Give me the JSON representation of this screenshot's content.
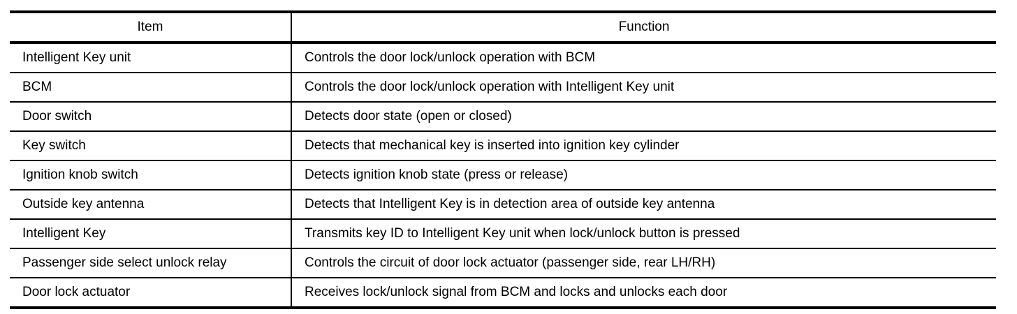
{
  "table": {
    "colors": {
      "border": "#000000",
      "text": "#000000",
      "background": "#ffffff"
    },
    "columns": [
      {
        "label": "Item"
      },
      {
        "label": "Function"
      }
    ],
    "rows": [
      {
        "item": "Intelligent Key unit",
        "function": "Controls the door lock/unlock operation with BCM"
      },
      {
        "item": "BCM",
        "function": "Controls the door lock/unlock operation with Intelligent Key unit"
      },
      {
        "item": "Door switch",
        "function": "Detects door state (open or closed)"
      },
      {
        "item": "Key switch",
        "function": "Detects that mechanical key is inserted into ignition key cylinder"
      },
      {
        "item": "Ignition knob switch",
        "function": "Detects ignition knob state (press or release)"
      },
      {
        "item": "Outside key antenna",
        "function": "Detects that Intelligent Key is in detection area of outside key antenna"
      },
      {
        "item": "Intelligent Key",
        "function": "Transmits key ID to Intelligent Key unit when lock/unlock button is pressed"
      },
      {
        "item": "Passenger side select unlock relay",
        "function": "Controls the circuit of door lock actuator (passenger side, rear LH/RH)"
      },
      {
        "item": "Door lock actuator",
        "function": "Receives lock/unlock signal from BCM and locks and unlocks each door"
      }
    ]
  }
}
